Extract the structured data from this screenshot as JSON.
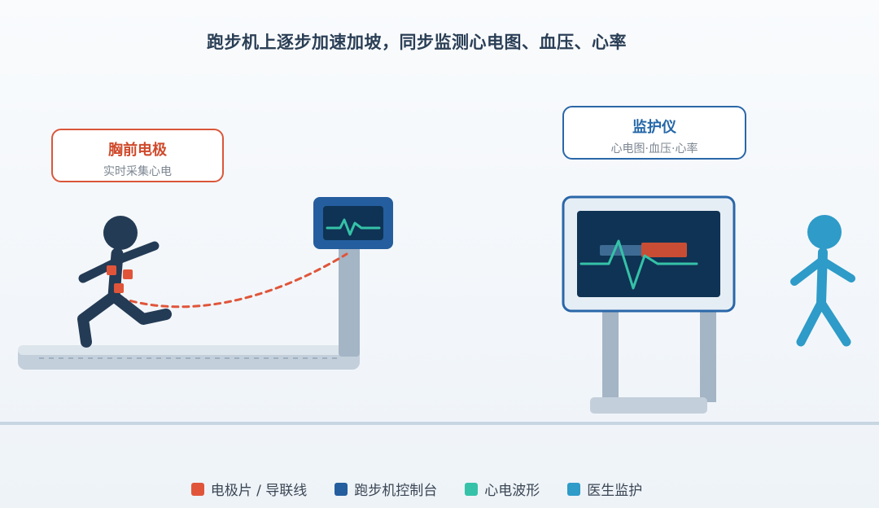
{
  "title": "跑步机上逐步加速加坡，同步监测心电图、血压、心率",
  "callouts": {
    "electrode": {
      "title": "胸前电极",
      "subtitle": "实时采集心电"
    },
    "monitor": {
      "title": "监护仪",
      "subtitle": "心电图·血压·心率"
    }
  },
  "legend": [
    {
      "label": "电极片 / 导联线",
      "color": "#e0553a"
    },
    {
      "label": "跑步机控制台",
      "color": "#245e9e"
    },
    {
      "label": "心电波形",
      "color": "#35c2a8"
    },
    {
      "label": "医生监护",
      "color": "#2e9bc8"
    }
  ],
  "colors": {
    "runner": "#243b55",
    "treadmill": "#c9d4de",
    "post": "#a4b5c5",
    "screen": "#0f3354",
    "frame": "#2a67a8",
    "doctor": "#2e9bc8",
    "ground": "#c8d6e2",
    "bp_bar": "#3d6b93"
  }
}
